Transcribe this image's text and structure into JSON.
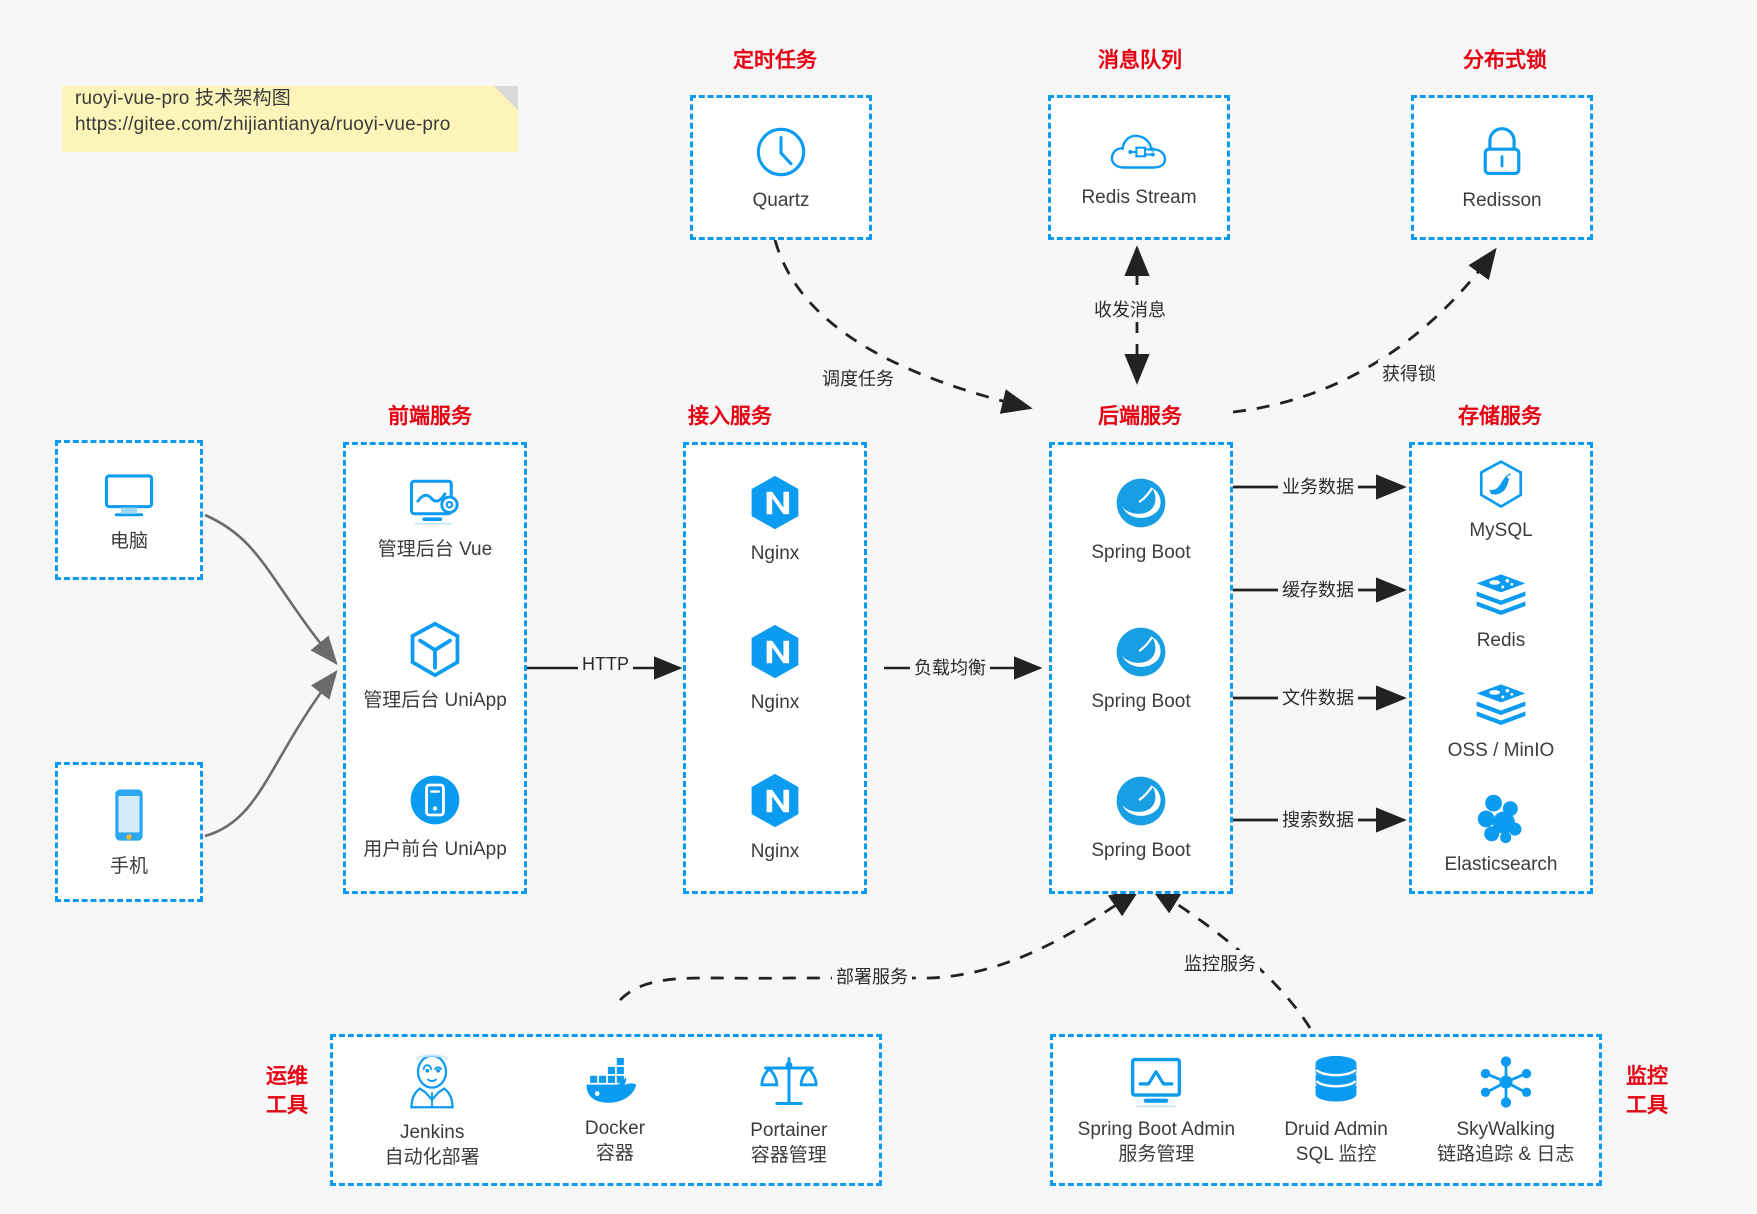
{
  "note": {
    "line1": "ruoyi-vue-pro 技术架构图",
    "line2": "https://gitee.com/zhijiantianya/ruoyi-vue-pro"
  },
  "colors": {
    "accent_blue": "#0b9bf0",
    "title_red": "#e60012",
    "canvas": "#f7f7f7",
    "note_yellow": "#fbf5ba",
    "edge_gray": "#6b6b6b",
    "edge_dark": "#222222"
  },
  "groups": {
    "scheduled_task": {
      "title": "定时任务",
      "nodes": [
        {
          "label": "Quartz",
          "icon": "clock-icon"
        }
      ]
    },
    "message_queue": {
      "title": "消息队列",
      "nodes": [
        {
          "label": "Redis Stream",
          "icon": "cloud-stream-icon"
        }
      ]
    },
    "distributed_lock": {
      "title": "分布式锁",
      "nodes": [
        {
          "label": "Redisson",
          "icon": "lock-icon"
        }
      ]
    },
    "clients": {
      "nodes": [
        {
          "label": "电脑",
          "icon": "desktop-icon"
        },
        {
          "label": "手机",
          "icon": "mobile-icon"
        }
      ]
    },
    "frontend": {
      "title": "前端服务",
      "nodes": [
        {
          "label": "管理后台 Vue",
          "icon": "dashboard-gear-icon"
        },
        {
          "label": "管理后台 UniApp",
          "icon": "hexagon-cube-icon"
        },
        {
          "label": "用户前台 UniApp",
          "icon": "phone-circle-icon"
        }
      ]
    },
    "gateway": {
      "title": "接入服务",
      "nodes": [
        {
          "label": "Nginx",
          "icon": "nginx-icon"
        },
        {
          "label": "Nginx",
          "icon": "nginx-icon"
        },
        {
          "label": "Nginx",
          "icon": "nginx-icon"
        }
      ]
    },
    "backend": {
      "title": "后端服务",
      "nodes": [
        {
          "label": "Spring Boot",
          "icon": "spring-icon"
        },
        {
          "label": "Spring Boot",
          "icon": "spring-icon"
        },
        {
          "label": "Spring Boot",
          "icon": "spring-icon"
        }
      ]
    },
    "storage": {
      "title": "存储服务",
      "nodes": [
        {
          "label": "MySQL",
          "icon": "mysql-icon"
        },
        {
          "label": "Redis",
          "icon": "redis-icon"
        },
        {
          "label": "OSS / MinIO",
          "icon": "oss-icon"
        },
        {
          "label": "Elasticsearch",
          "icon": "elasticsearch-icon"
        }
      ]
    },
    "devops": {
      "title": "运维\n工具",
      "title_line1": "运维",
      "title_line2": "工具",
      "nodes": [
        {
          "label": "Jenkins",
          "sublabel": "自动化部署",
          "icon": "jenkins-icon"
        },
        {
          "label": "Docker",
          "sublabel": "容器",
          "icon": "docker-icon"
        },
        {
          "label": "Portainer",
          "sublabel": "容器管理",
          "icon": "portainer-scale-icon"
        }
      ]
    },
    "monitor": {
      "title_line1": "监控",
      "title_line2": "工具",
      "nodes": [
        {
          "label": "Spring Boot Admin",
          "sublabel": "服务管理",
          "icon": "monitor-chart-icon"
        },
        {
          "label": "Druid Admin",
          "sublabel": "SQL 监控",
          "icon": "database-icon"
        },
        {
          "label": "SkyWalking",
          "sublabel": "链路追踪 & 日志",
          "icon": "skywalking-icon"
        }
      ]
    }
  },
  "edges": {
    "http": "HTTP",
    "load_balance": "负载均衡",
    "schedule_task": "调度任务",
    "send_receive_message": "收发消息",
    "acquire_lock": "获得锁",
    "business_data": "业务数据",
    "cache_data": "缓存数据",
    "file_data": "文件数据",
    "search_data": "搜索数据",
    "deploy_service": "部署服务",
    "monitor_service": "监控服务"
  }
}
